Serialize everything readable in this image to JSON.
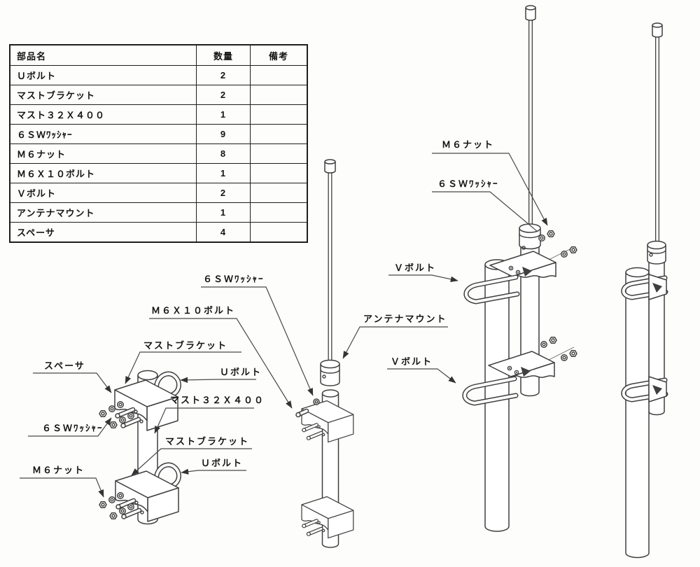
{
  "colors": {
    "paper": "#fdfdfb",
    "line": "#3f3f3f",
    "text": "#141414"
  },
  "parts_table": {
    "header": {
      "name": "部品名",
      "qty": "数量",
      "remarks": "備考"
    },
    "rows": [
      {
        "name": "Ｕボルト",
        "qty": "2",
        "remarks": ""
      },
      {
        "name": "マストブラケット",
        "qty": "2",
        "remarks": ""
      },
      {
        "name": "マスト３２Ｘ４００",
        "qty": "1",
        "remarks": ""
      },
      {
        "name": "６ＳＷﾜｯｼｬｰ",
        "qty": "9",
        "remarks": ""
      },
      {
        "name": "Ｍ６ナット",
        "qty": "8",
        "remarks": ""
      },
      {
        "name": "Ｍ６Ｘ１０ボルト",
        "qty": "1",
        "remarks": ""
      },
      {
        "name": "Ｖボルト",
        "qty": "2",
        "remarks": ""
      },
      {
        "name": "アンテナマウント",
        "qty": "1",
        "remarks": ""
      },
      {
        "name": "スペーサ",
        "qty": "4",
        "remarks": ""
      }
    ]
  },
  "diagram_labels": {
    "exploded_u_bolt": {
      "mast_bracket_top": "マストブラケット",
      "spacer": "スペーサ",
      "u_bolt_top": "Ｕボルト",
      "mast_32x400": "マスト３２Ｘ４００",
      "sw_washer": "６ＳＷﾜｯｼｬｰ",
      "mast_bracket_bottom": "マストブラケット",
      "m6_nut": "Ｍ６ナット",
      "u_bolt_bottom": "Ｕボルト"
    },
    "mast_mount": {
      "sw_washer": "６ＳＷﾜｯｼｬｰ",
      "m6x10_bolt": "Ｍ６Ｘ１０ボルト",
      "antenna_mount": "アンテナマウント"
    },
    "v_bolt_assembly": {
      "m6_nut": "Ｍ６ナット",
      "sw_washer": "６ＳＷﾜｯｼｬｰ",
      "v_bolt_top": "Ｖボルト",
      "v_bolt_bottom": "Ｖボルト"
    }
  }
}
